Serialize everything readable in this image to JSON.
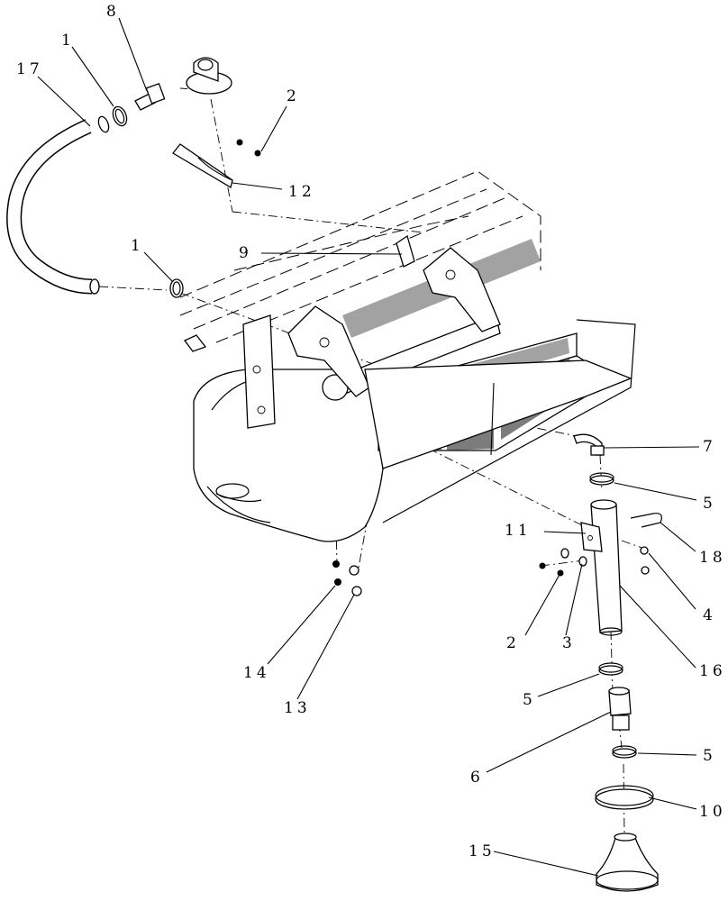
{
  "diagram": {
    "callouts": [
      {
        "id": "c8",
        "text": "8"
      },
      {
        "id": "c1a",
        "text": "1"
      },
      {
        "id": "c17",
        "text": "17"
      },
      {
        "id": "c2a",
        "text": "2"
      },
      {
        "id": "c12",
        "text": "12"
      },
      {
        "id": "c9",
        "text": "9"
      },
      {
        "id": "c1b",
        "text": "1"
      },
      {
        "id": "c7",
        "text": "7"
      },
      {
        "id": "c5a",
        "text": "5"
      },
      {
        "id": "c11",
        "text": "11"
      },
      {
        "id": "c18",
        "text": "18"
      },
      {
        "id": "c4",
        "text": "4"
      },
      {
        "id": "c2b",
        "text": "2"
      },
      {
        "id": "c3",
        "text": "3"
      },
      {
        "id": "c16",
        "text": "16"
      },
      {
        "id": "c14",
        "text": "14"
      },
      {
        "id": "c13",
        "text": "13"
      },
      {
        "id": "c5b",
        "text": "5"
      },
      {
        "id": "c6",
        "text": "6"
      },
      {
        "id": "c5c",
        "text": "5"
      },
      {
        "id": "c10",
        "text": "10"
      },
      {
        "id": "c15",
        "text": "15"
      }
    ]
  }
}
